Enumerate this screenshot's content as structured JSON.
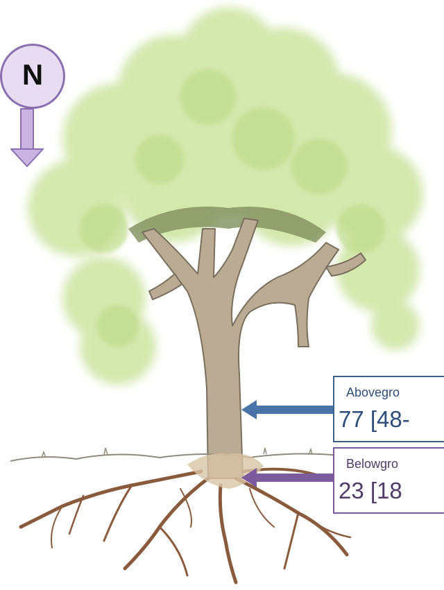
{
  "nitrogen_badge": {
    "label": "N"
  },
  "callouts": {
    "aboveground": {
      "label": "Abovegro",
      "value": "77 [48-"
    },
    "belowground": {
      "label": "Belowgro",
      "value": "23 [18"
    }
  },
  "colors": {
    "badge_fill": "#e7dcf1",
    "badge_stroke": "#8a6fb0",
    "aboveground_accent": "#4a74a8",
    "belowground_accent": "#7b5a9e",
    "canopy": "#cfe3a6",
    "trunk": "#b9ab94",
    "roots": "#8a5a3c"
  }
}
